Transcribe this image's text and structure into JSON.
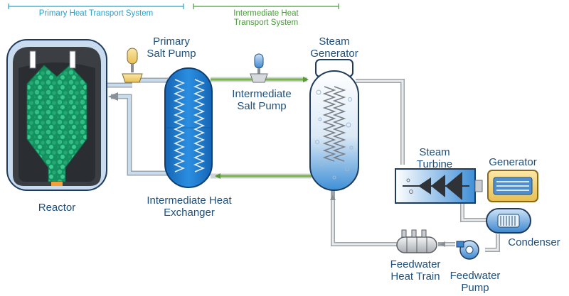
{
  "systems": {
    "primary": "Primary Heat Transport System",
    "intermediate_line1": "Intermediate Heat",
    "intermediate_line2": "Transport System"
  },
  "labels": {
    "reactor": "Reactor",
    "primary_pump_1": "Primary",
    "primary_pump_2": "Salt Pump",
    "ihx_1": "Intermediate Heat",
    "ihx_2": "Exchanger",
    "intermediate_pump_1": "Intermediate",
    "intermediate_pump_2": "Salt Pump",
    "steam_gen_1": "Steam",
    "steam_gen_2": "Generator",
    "turbine_1": "Steam",
    "turbine_2": "Turbine",
    "generator": "Generator",
    "condenser": "Condenser",
    "fw_heat_1": "Feedwater",
    "fw_heat_2": "Heat Train",
    "fw_pump_1": "Feedwater",
    "fw_pump_2": "Pump"
  },
  "colors": {
    "primary_text": "#2a9fc9",
    "intermediate_text": "#4a9a3a",
    "label_text": "#1f4f7a",
    "reactor_fuel": "#1a9a6a",
    "ihx_blue": "#1c78c8",
    "pipe_gray": "#b5b9bd",
    "pipe_green": "#7ab648",
    "pump_gold": "#f2d27a",
    "generator_gold": "#f4cf6a"
  }
}
